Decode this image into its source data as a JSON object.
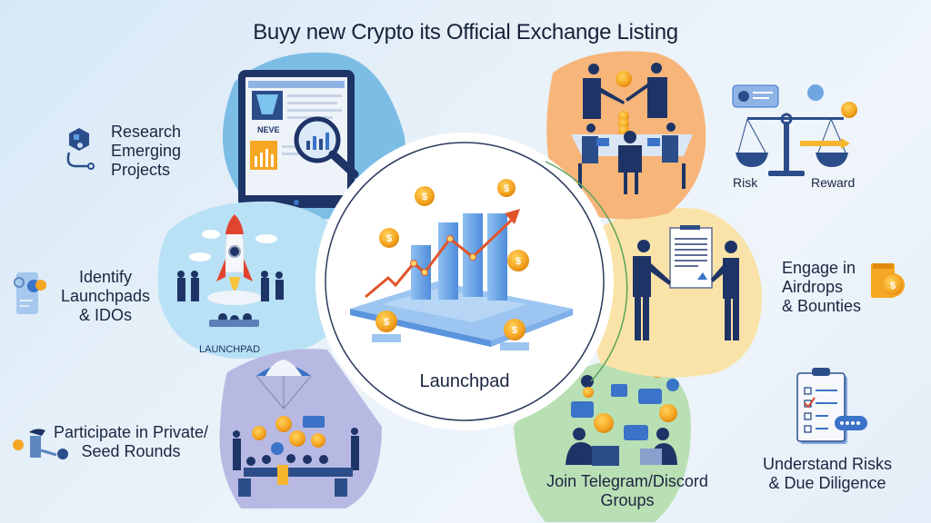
{
  "title": "Buyy new Crypto its Official Exchange Listing",
  "center": {
    "label": "Launchpad",
    "illustration": "bar-chart-with-rising-arrow-and-coins-icon"
  },
  "segments": [
    {
      "id": "research",
      "label_lines": [
        "Research",
        "Emerging",
        "Projects"
      ],
      "color": "#7cbde6",
      "illustration": "tablet-with-magnifier-icon",
      "side_icon": "hexagon-network-icon",
      "inner_text": "NEVE"
    },
    {
      "id": "identify",
      "label_lines": [
        "Identify",
        "Launchpads",
        "& IDOs"
      ],
      "color": "#b9e1f5",
      "illustration": "rocket-launch-icon",
      "side_icon": "document-chart-icon",
      "inner_text": "LAUNCHPAD"
    },
    {
      "id": "participate",
      "label_lines": [
        "Participate in Private/",
        "Seed Rounds"
      ],
      "color": "#b8b9e3",
      "illustration": "parachute-meeting-icon",
      "side_icon": "person-with-coin-bag-icon"
    },
    {
      "id": "join",
      "label_lines": [
        "Join Telegram/Discord",
        "Groups"
      ],
      "color": "#b9dfb4",
      "illustration": "chat-people-laptops-icon",
      "side_icon": "understand-risks-clipboard-icon"
    },
    {
      "id": "engage",
      "label_lines": [
        "Engage in",
        "Airdrops",
        "& Bounties"
      ],
      "color": "#fae3a8",
      "illustration": "contract-handshake-icon",
      "side_icon": "treasure-coin-icon"
    },
    {
      "id": "risk",
      "label_lines": [],
      "color": "#f7b57a",
      "illustration": "business-meeting-handshake-icon",
      "side_icon": "risk-reward-scale-icon"
    }
  ],
  "risk_reward": {
    "left": "Risk",
    "right": "Reward"
  },
  "understand": {
    "label_lines": [
      "Understand Risks",
      "& Due Diligence"
    ]
  },
  "colors": {
    "dark_navy": "#1e3466",
    "accent_blue": "#3a73c7",
    "coin_gold": "#f5a623",
    "arrow_red": "#e0552a"
  }
}
